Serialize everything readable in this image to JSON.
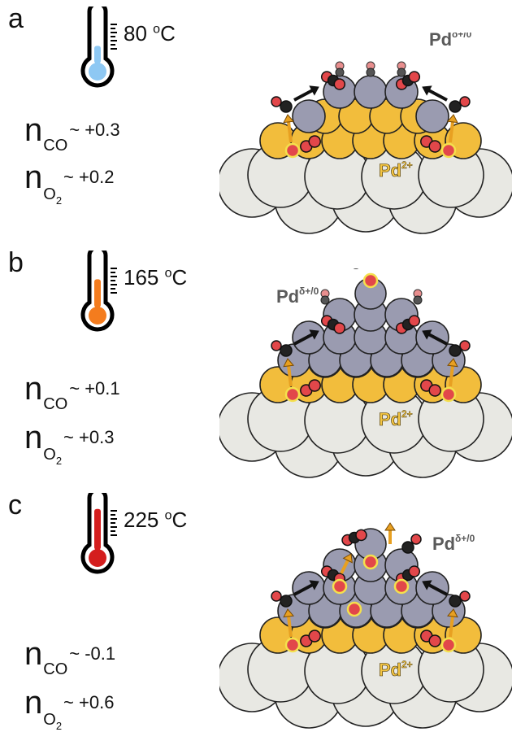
{
  "panels": [
    {
      "label": "a",
      "temperature": "80",
      "temp_unit": "C",
      "temp_deg": "o",
      "thermo_color": "#8ec8f3",
      "thermo_fill": 0.3,
      "n_co_symbol": "n",
      "n_co_sub": "CO",
      "n_co_value": "~ +0.3",
      "n_o2_symbol": "n",
      "n_o2_sub": "O",
      "n_o2_subsub": "2",
      "n_o2_value": "~ +0.2",
      "pd_top_label": "Pd",
      "pd_top_sup": "δ+/0",
      "pd_bottom_label": "Pd",
      "pd_bottom_sup": "2+"
    },
    {
      "label": "b",
      "temperature": "165",
      "temp_unit": "C",
      "temp_deg": "o",
      "thermo_color": "#f47c1e",
      "thermo_fill": 0.55,
      "n_co_symbol": "n",
      "n_co_sub": "CO",
      "n_co_value": "~ +0.1",
      "n_o2_symbol": "n",
      "n_o2_sub": "O",
      "n_o2_subsub": "2",
      "n_o2_value": "~ +0.3",
      "pd_top_label": "Pd",
      "pd_top_sup": "δ+/0",
      "pd_bottom_label": "Pd",
      "pd_bottom_sup": "2+"
    },
    {
      "label": "c",
      "temperature": "225",
      "temp_unit": "C",
      "temp_deg": "o",
      "thermo_color": "#d41e1e",
      "thermo_fill": 0.85,
      "n_co_symbol": "n",
      "n_co_sub": "CO",
      "n_co_value": "~ -0.1",
      "n_o2_symbol": "n",
      "n_o2_sub": "O",
      "n_o2_subsub": "2",
      "n_o2_value": "~ +0.6",
      "pd_top_label": "Pd",
      "pd_top_sup": "δ+/0",
      "pd_bottom_label": "Pd",
      "pd_bottom_sup": "2+"
    }
  ],
  "colors": {
    "support": "#e8e8e3",
    "pd2plus": "#f2bd3c",
    "pd_metal": "#9a9bb0",
    "oxygen": "#e2474a",
    "carbon": "#222222",
    "arrow_orange": "#e8a021",
    "label_gray": "#5a5a5a",
    "label_gold": "#f4c542"
  }
}
